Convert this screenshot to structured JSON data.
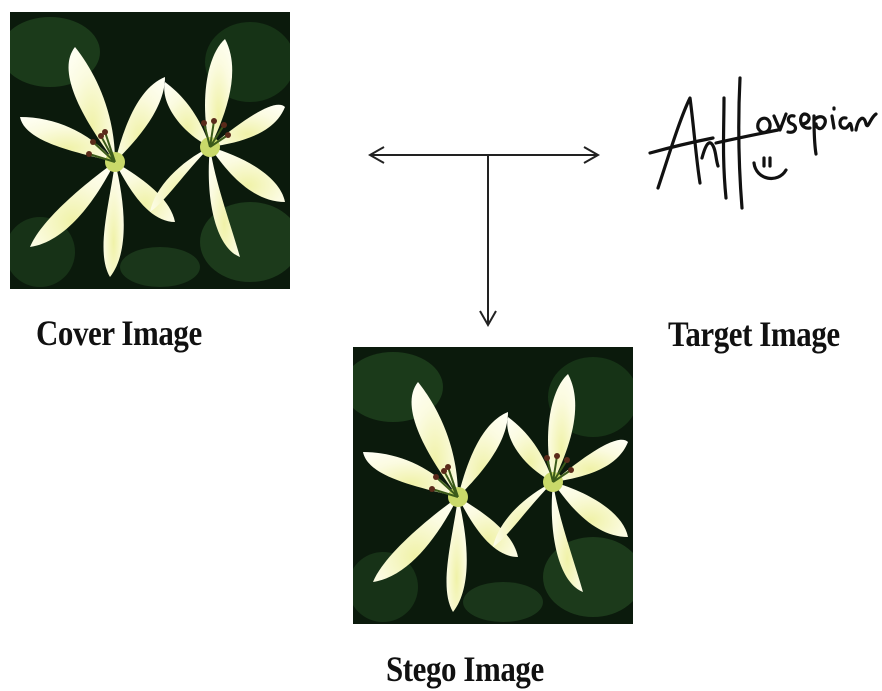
{
  "diagram": {
    "cover": {
      "caption": "Cover Image",
      "picture": "yellow-lily-flowers"
    },
    "target": {
      "caption": "Target Image",
      "picture": "handwritten-signature"
    },
    "stego": {
      "caption": "Stego Image",
      "picture": "yellow-lily-flowers"
    },
    "connectors": [
      {
        "from": "junction",
        "to": "cover",
        "style": "arrow"
      },
      {
        "from": "junction",
        "to": "target",
        "style": "arrow"
      },
      {
        "from": "junction",
        "to": "stego",
        "style": "arrow"
      }
    ],
    "colors": {
      "background": "#ffffff",
      "arrow": "#222222",
      "text": "#111111",
      "foliage": "#0b1a0c",
      "petal": "#f6f7c8",
      "ink": "#111111"
    }
  }
}
